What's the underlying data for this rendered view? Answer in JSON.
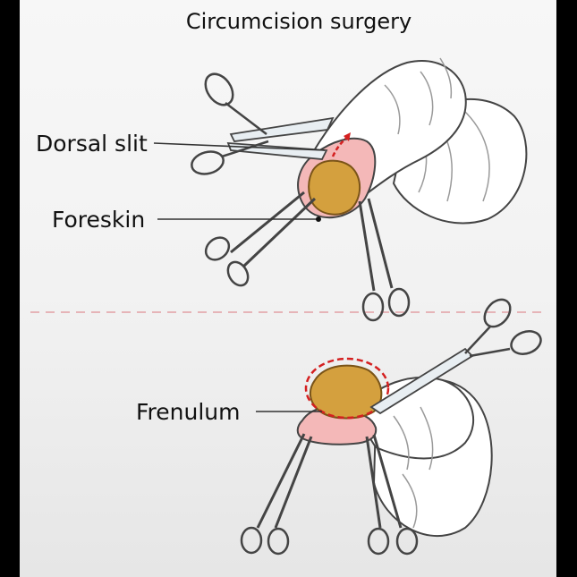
{
  "title": "Circumcision surgery",
  "labels": {
    "dorsal_slit": "Dorsal slit",
    "foreskin": "Foreskin",
    "frenulum": "Frenulum"
  },
  "colors": {
    "frame": "#000000",
    "panel_top": "#f6f6f6",
    "panel_bottom": "#e9e9e9",
    "tissue_fill": "#ffffff",
    "tissue_outline": "#444444",
    "foreskin": "#f4b8b8",
    "glans": "#d4a03e",
    "glans_outline": "#7a5418",
    "instrument_fill": "#e8eef2",
    "instrument_outline": "#444444",
    "cut_marker": "#d42020",
    "divider": "#e6b4b8",
    "leader_line": "#333333"
  }
}
